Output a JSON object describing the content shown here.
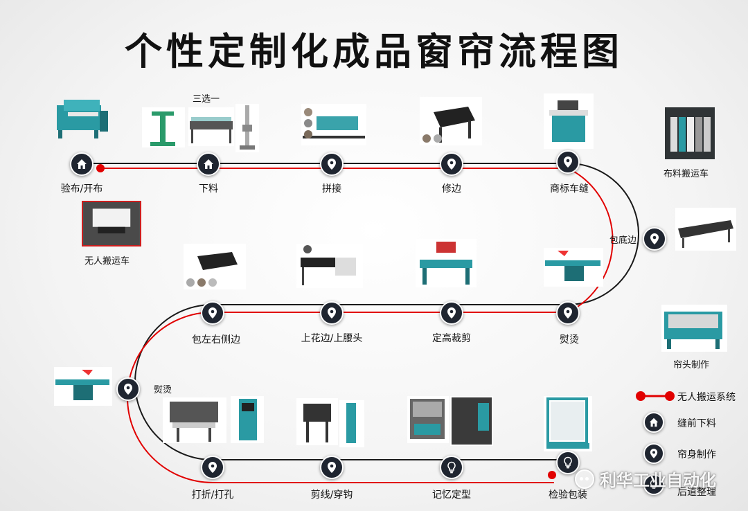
{
  "title": "个性定制化成品窗帘流程图",
  "steps": {
    "yanbu": "验布/开布",
    "xialiao": "下料",
    "pinjie": "拼接",
    "xiubian": "修边",
    "shangbiao": "商标车缝",
    "baodibian": "包底边",
    "yuntang_right": "熨烫",
    "dinggao": "定高裁剪",
    "shanghua": "上花边/上腰头",
    "baozuoyou": "包左右侧边",
    "yuntang_left": "熨烫",
    "dazhe": "打折/打孔",
    "jianxian": "剪线/穿钩",
    "jiyi": "记忆定型",
    "jianyan": "检验包装"
  },
  "equipment": {
    "three_choose_one": "三选一",
    "cloth_cart": "布料搬运车",
    "agv": "无人搬运车",
    "curtain_head": "帘头制作"
  },
  "legend": {
    "agv_system": "无人搬运系统",
    "pre_sewing": "缝前下料",
    "body": "帘身制作",
    "post": "后道整理"
  },
  "watermark": "利华工业自动化",
  "colors": {
    "agv_line": "#e10000",
    "main_line": "#1a1a1a",
    "node": "#1f2530",
    "machine": "#2a9aa3"
  }
}
